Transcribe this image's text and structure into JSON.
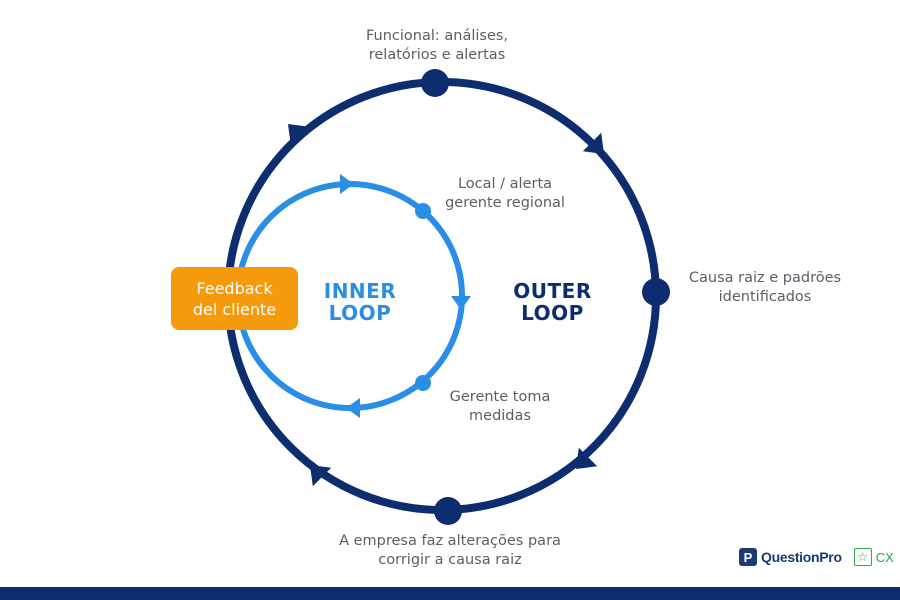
{
  "colors": {
    "outer_loop": "#0d2d6e",
    "inner_loop": "#2a8de6",
    "feedback_box": "#f59a0c",
    "footer": "#0d2d6e",
    "label_text": "#5a5f66",
    "cx_green": "#2aa84a"
  },
  "feedback_label": "Feedback\ndel cliente",
  "inner_loop_title": "INNER\nLOOP",
  "outer_loop_title": "OUTER\nLOOP",
  "labels": {
    "funcional": "Funcional: análises,\nrelatórios e alertas",
    "local": "Local / alerta\ngerente regional",
    "causa": "Causa raiz e padrões\nidentificados",
    "gerente": "Gerente toma\nmedidas",
    "empresa": "A empresa faz alterações para\ncorrigir a causa raiz"
  },
  "brand": {
    "questionpro_icon": "P",
    "questionpro": "QuestionPro",
    "cx_icon": "star-icon",
    "cx": "CX"
  }
}
